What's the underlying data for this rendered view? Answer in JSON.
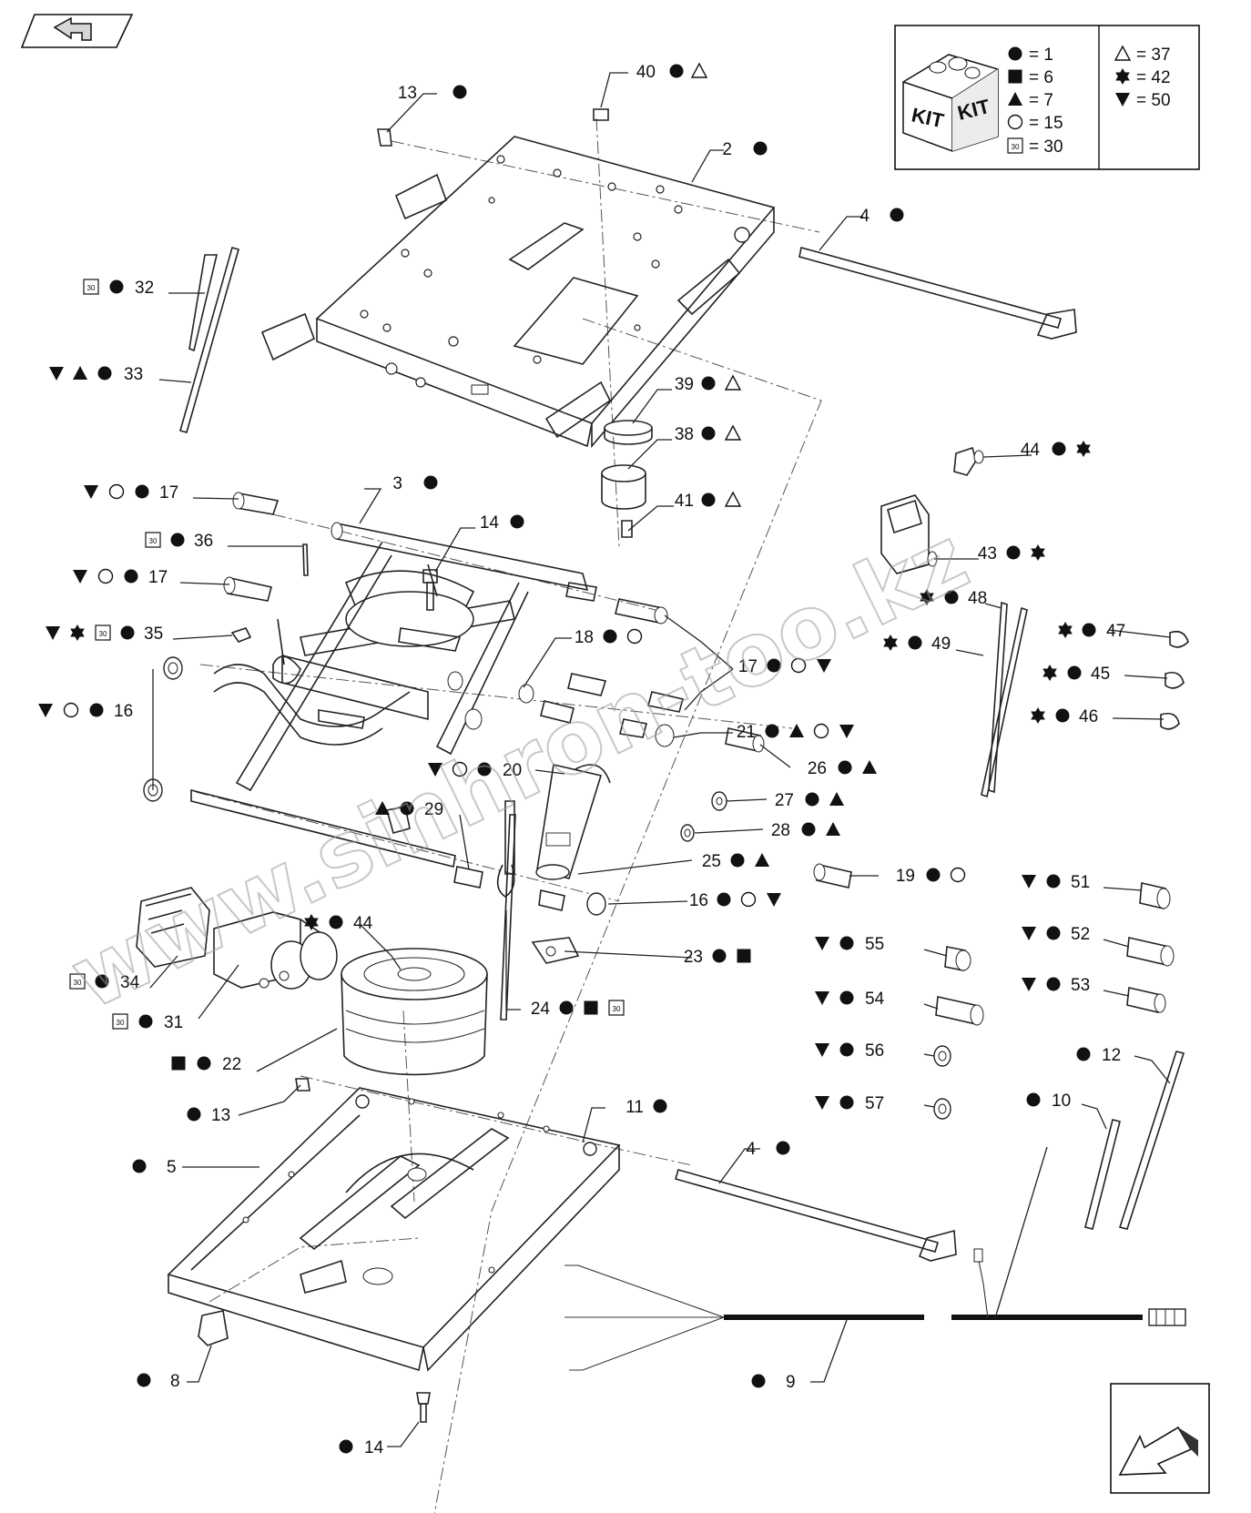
{
  "legend": {
    "kit_word": "KIT",
    "entries": [
      {
        "icon": "filled-circle",
        "eq": "= 1"
      },
      {
        "icon": "filled-square",
        "eq": "= 6"
      },
      {
        "icon": "filled-triangle",
        "eq": "= 7"
      },
      {
        "icon": "open-circle",
        "eq": "= 15"
      },
      {
        "icon": "boxed-30",
        "eq": "= 30"
      },
      {
        "icon": "open-triangle",
        "eq": "= 37"
      },
      {
        "icon": "star",
        "eq": "= 42"
      },
      {
        "icon": "filled-down-triangle",
        "eq": "= 50"
      }
    ]
  },
  "watermark": "www.sinhron-too.kz",
  "callouts": [
    {
      "id": "c13a",
      "num": "13"
    },
    {
      "id": "c40",
      "num": "40"
    },
    {
      "id": "c2",
      "num": "2"
    },
    {
      "id": "c4a",
      "num": "4"
    },
    {
      "id": "c32",
      "num": "32"
    },
    {
      "id": "c33",
      "num": "33"
    },
    {
      "id": "c39",
      "num": "39"
    },
    {
      "id": "c38",
      "num": "38"
    },
    {
      "id": "c44a",
      "num": "44"
    },
    {
      "id": "c3",
      "num": "3"
    },
    {
      "id": "c17a",
      "num": "17"
    },
    {
      "id": "c14a",
      "num": "14"
    },
    {
      "id": "c41",
      "num": "41"
    },
    {
      "id": "c36",
      "num": "36"
    },
    {
      "id": "c43",
      "num": "43"
    },
    {
      "id": "c17b",
      "num": "17"
    },
    {
      "id": "c48",
      "num": "48"
    },
    {
      "id": "c35",
      "num": "35"
    },
    {
      "id": "c18",
      "num": "18"
    },
    {
      "id": "c47",
      "num": "47"
    },
    {
      "id": "c49",
      "num": "49"
    },
    {
      "id": "c17c",
      "num": "17"
    },
    {
      "id": "c45",
      "num": "45"
    },
    {
      "id": "c16a",
      "num": "16"
    },
    {
      "id": "c46",
      "num": "46"
    },
    {
      "id": "c21",
      "num": "21"
    },
    {
      "id": "c20",
      "num": "20"
    },
    {
      "id": "c26",
      "num": "26"
    },
    {
      "id": "c27",
      "num": "27"
    },
    {
      "id": "c29",
      "num": "29"
    },
    {
      "id": "c28",
      "num": "28"
    },
    {
      "id": "c25",
      "num": "25"
    },
    {
      "id": "c19",
      "num": "19"
    },
    {
      "id": "c51",
      "num": "51"
    },
    {
      "id": "c16b",
      "num": "16"
    },
    {
      "id": "c44b",
      "num": "44"
    },
    {
      "id": "c52",
      "num": "52"
    },
    {
      "id": "c55",
      "num": "55"
    },
    {
      "id": "c23",
      "num": "23"
    },
    {
      "id": "c34",
      "num": "34"
    },
    {
      "id": "c53",
      "num": "53"
    },
    {
      "id": "c54",
      "num": "54"
    },
    {
      "id": "c24",
      "num": "24"
    },
    {
      "id": "c31",
      "num": "31"
    },
    {
      "id": "c56",
      "num": "56"
    },
    {
      "id": "c12",
      "num": "12"
    },
    {
      "id": "c22",
      "num": "22"
    },
    {
      "id": "c10",
      "num": "10"
    },
    {
      "id": "c57",
      "num": "57"
    },
    {
      "id": "c11",
      "num": "11"
    },
    {
      "id": "c13b",
      "num": "13"
    },
    {
      "id": "c5",
      "num": "5"
    },
    {
      "id": "c4b",
      "num": "4"
    },
    {
      "id": "c8",
      "num": "8"
    },
    {
      "id": "c9",
      "num": "9"
    },
    {
      "id": "c14b",
      "num": "14"
    }
  ]
}
